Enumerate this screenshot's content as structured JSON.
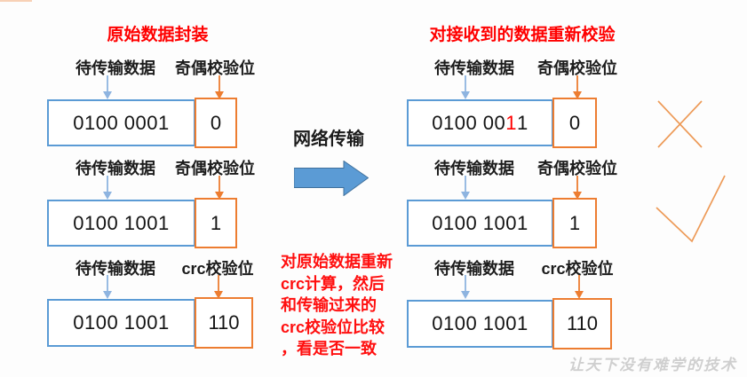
{
  "colors": {
    "box_blue": "#5b9bd5",
    "box_orange": "#ed7d31",
    "thin_arrow_blue": "#8eb4e0",
    "thin_arrow_orange": "#ed7d31",
    "big_arrow_blue": "#5b9bd5",
    "big_arrow_edge": "#41719c",
    "title_red": "#ff0000",
    "mark_orange": "#ed9a57",
    "watermark_gray": "#cfcfcf"
  },
  "left_panel": {
    "title": "原始数据封装",
    "rows": [
      {
        "data_label": "待传输数据",
        "check_label": "奇偶校验位",
        "data_value": "0100 0001",
        "check_value": "0"
      },
      {
        "data_label": "待传输数据",
        "check_label": "奇偶校验位",
        "data_value": "0100 1001",
        "check_value": "1"
      },
      {
        "data_label": "待传输数据",
        "check_label": "crc校验位",
        "data_value": "0100 1001",
        "check_value": "110"
      }
    ]
  },
  "middle": {
    "transfer_label": "网络传输",
    "note": "对原始数据重新\ncrc计算，然后\n和传输过来的\ncrc校验位比较\n，看是否一致"
  },
  "right_panel": {
    "title": "对接收到的数据重新校验",
    "rows": [
      {
        "data_label": "待传输数据",
        "check_label": "奇偶校验位",
        "data_value_prefix": "0100 00",
        "data_value_error_bit": "1",
        "data_value_suffix": "1",
        "check_value": "0",
        "result_mark": "cross"
      },
      {
        "data_label": "待传输数据",
        "check_label": "奇偶校验位",
        "data_value": "0100 1001",
        "check_value": "1",
        "result_mark": "check"
      },
      {
        "data_label": "待传输数据",
        "check_label": "crc校验位",
        "data_value": "0100 1001",
        "check_value": "110"
      }
    ]
  },
  "watermark": "让天下没有难学的技术"
}
